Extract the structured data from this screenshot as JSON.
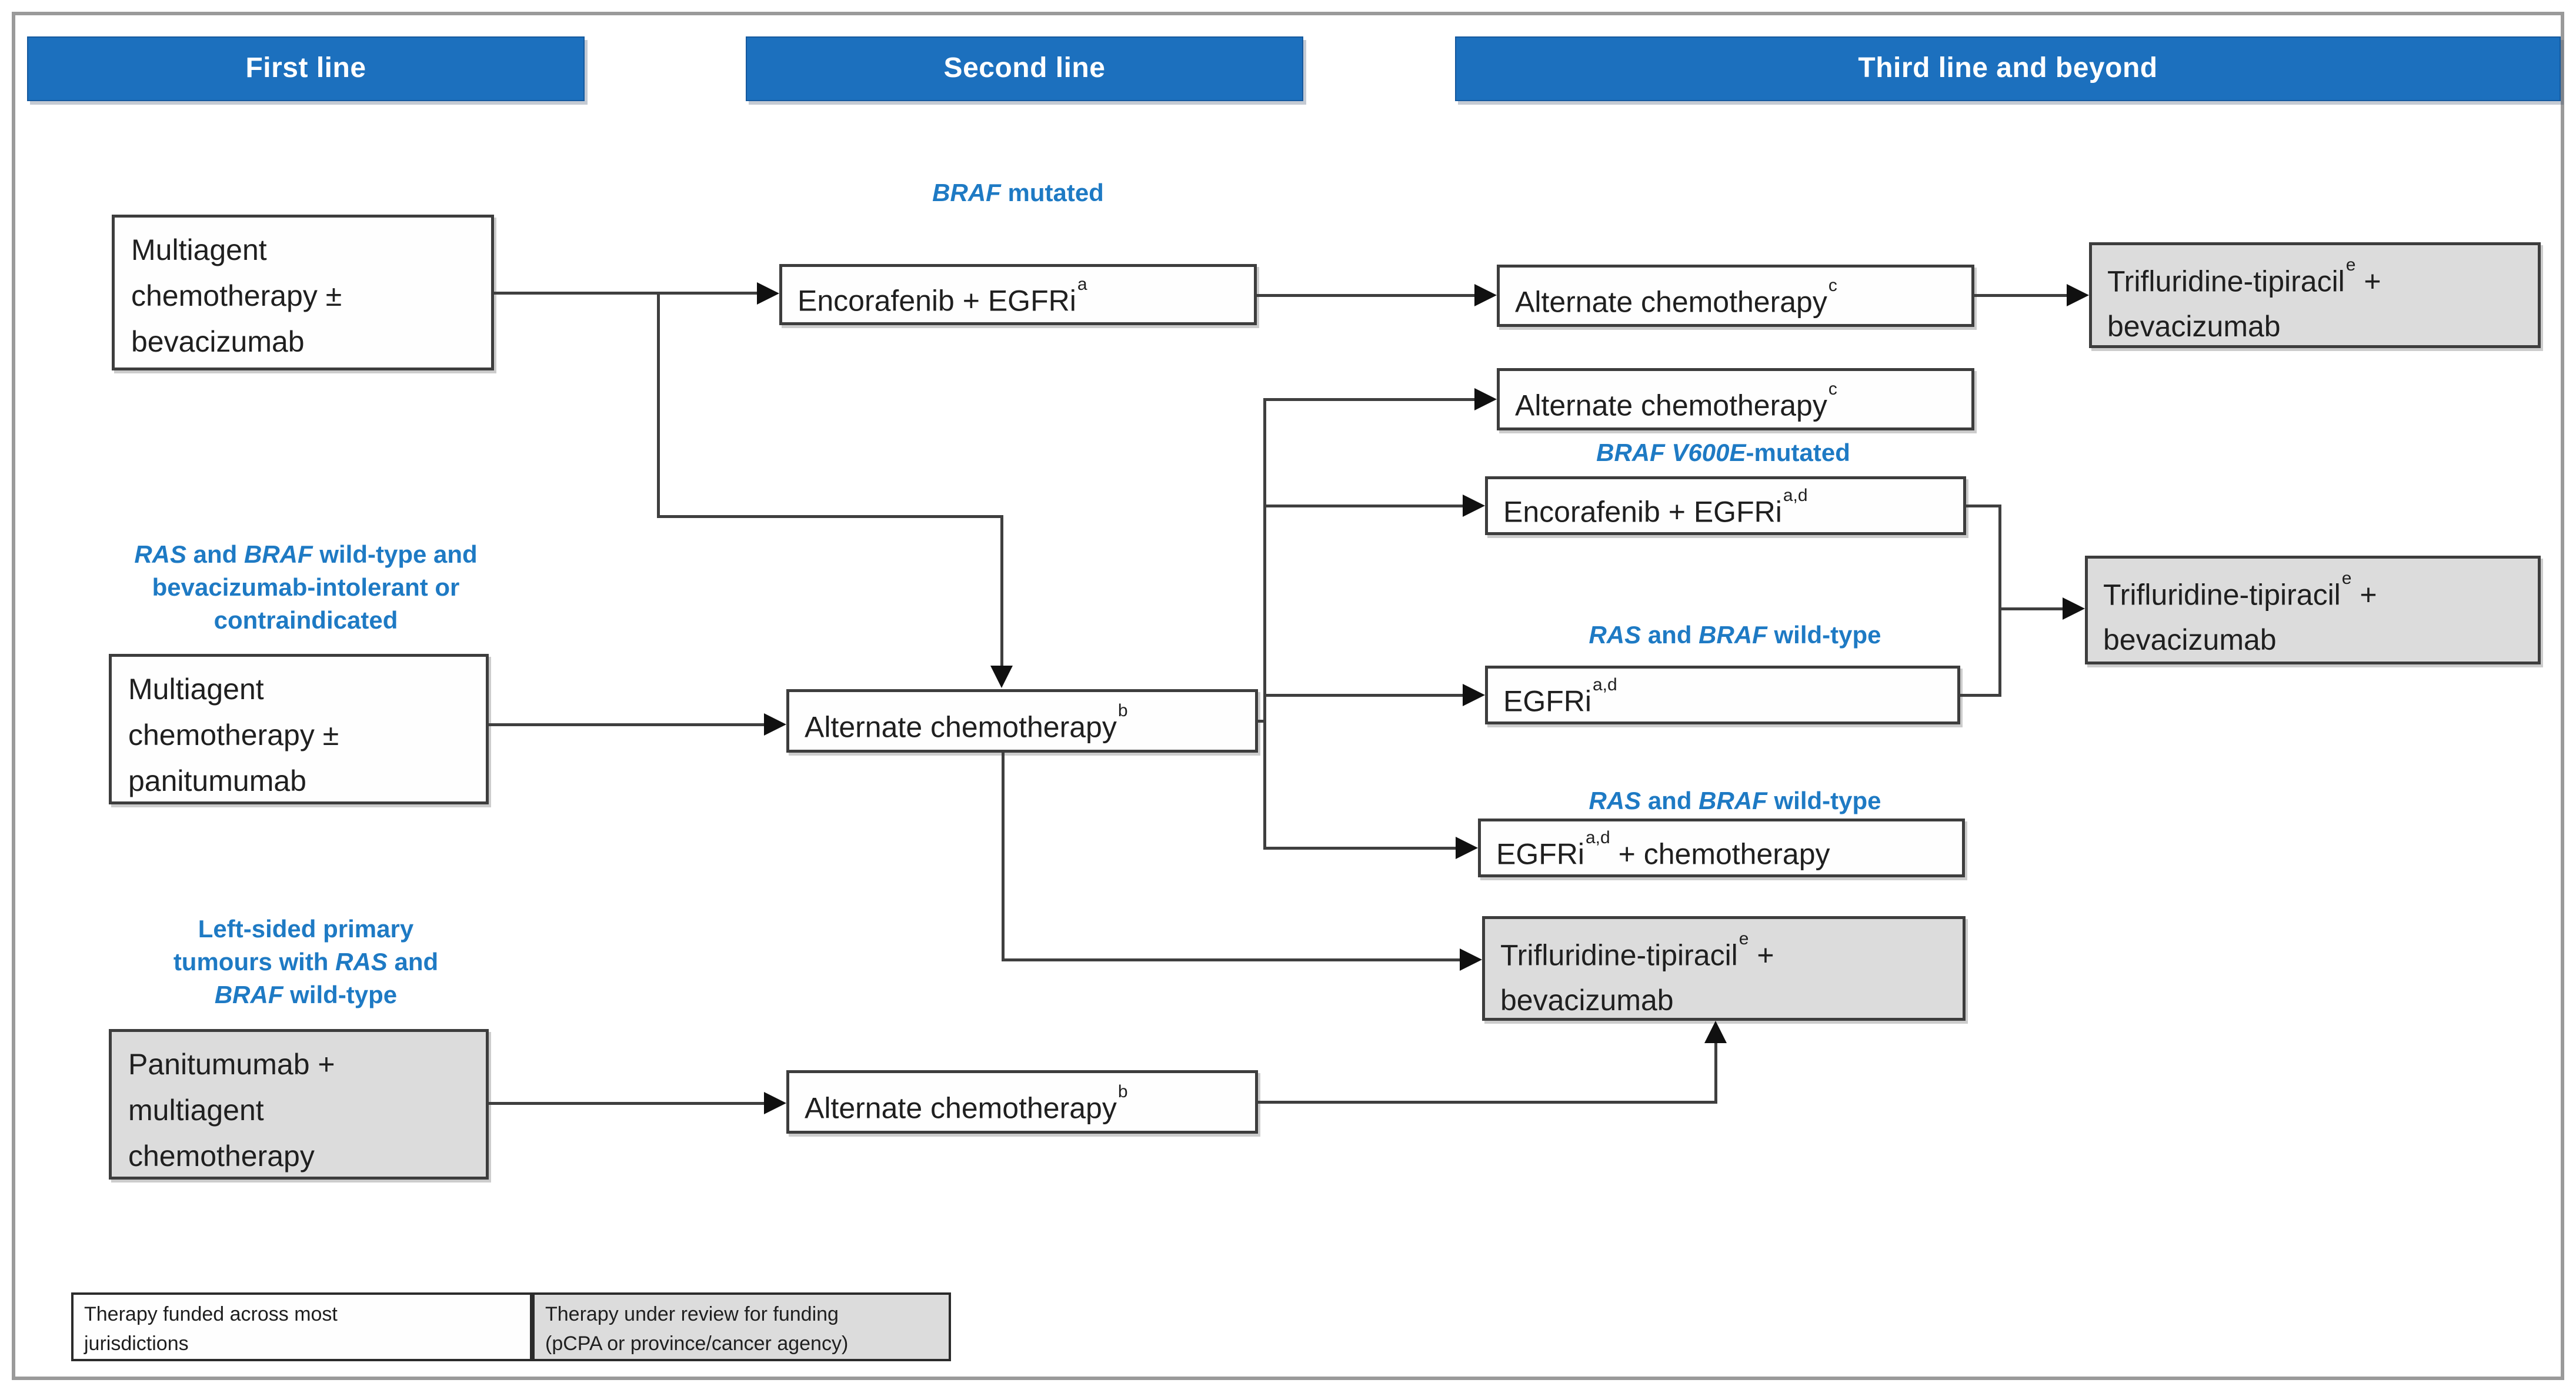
{
  "headers": {
    "first": "First line",
    "second": "Second line",
    "third": "Third line and beyond"
  },
  "boxes": {
    "chemo_bev": {
      "label": "Multiagent\nchemotherapy ±\nbevacizumab",
      "status": "funded"
    },
    "chemo_pani": {
      "label": "Multiagent\nchemotherapy ±\npanitumumab",
      "status": "funded"
    },
    "pani_chemo": {
      "label": "Panitumumab +\nmultiagent\nchemotherapy",
      "status": "under_review"
    },
    "enco_egfri": {
      "label": "Encorafenib + EGFRi",
      "sup": "a",
      "status": "funded"
    },
    "alt_b": {
      "label": "Alternate chemotherapy",
      "sup": "b",
      "status": "funded"
    },
    "alt_c": {
      "label": "Alternate chemotherapy",
      "sup": "c",
      "status": "funded"
    },
    "enco_egfri_ad": {
      "label": "Encorafenib + EGFRi",
      "sup": "a,d",
      "status": "funded"
    },
    "egfri_ad": {
      "label": "EGFRi",
      "sup": "a,d",
      "status": "funded"
    },
    "egfri_ad_chemo": {
      "label": "EGFRi",
      "sup": "a,d",
      "post": " + chemotherapy",
      "status": "funded"
    },
    "trif_bev": {
      "label": "Trifluridine-tipiracil",
      "sup": "e",
      "post": " +\nbevacizumab",
      "status": "under_review"
    }
  },
  "annotations": {
    "braf_mutated": [
      {
        "t": "BRAF",
        "i": true
      },
      {
        "t": " mutated"
      }
    ],
    "braf_v600e": [
      {
        "t": "BRAF V600E",
        "i": true
      },
      {
        "t": "-mutated"
      }
    ],
    "ras_braf_wt": [
      {
        "t": "RAS",
        "i": true
      },
      {
        "t": " and "
      },
      {
        "t": "BRAF",
        "i": true
      },
      {
        "t": " wild-type"
      }
    ],
    "ras_braf_wt_bev": [
      {
        "t": "RAS",
        "i": true
      },
      {
        "t": " and "
      },
      {
        "t": "BRAF",
        "i": true
      },
      {
        "t": " wild-type and\nbevacizumab-intolerant or\ncontraindicated"
      }
    ],
    "left_sided": [
      {
        "t": "Left-sided primary\ntumours with "
      },
      {
        "t": "RAS",
        "i": true
      },
      {
        "t": " and\n"
      },
      {
        "t": "BRAF",
        "i": true
      },
      {
        "t": " wild-type"
      }
    ]
  },
  "legend": {
    "funded": "Therapy funded across most\njurisdictions",
    "under_review": "Therapy under review for funding\n(pCPA or province/cancer agency)"
  },
  "colors": {
    "header_bg": "#1c70be",
    "annotation_blue": "#1e7ac4",
    "funded_fill": "#fefefe",
    "under_review_fill": "#dcdcdc",
    "box_border": "#3d3d3d",
    "connector": "#3f3f3f",
    "outer_border": "#9a9a9a"
  }
}
